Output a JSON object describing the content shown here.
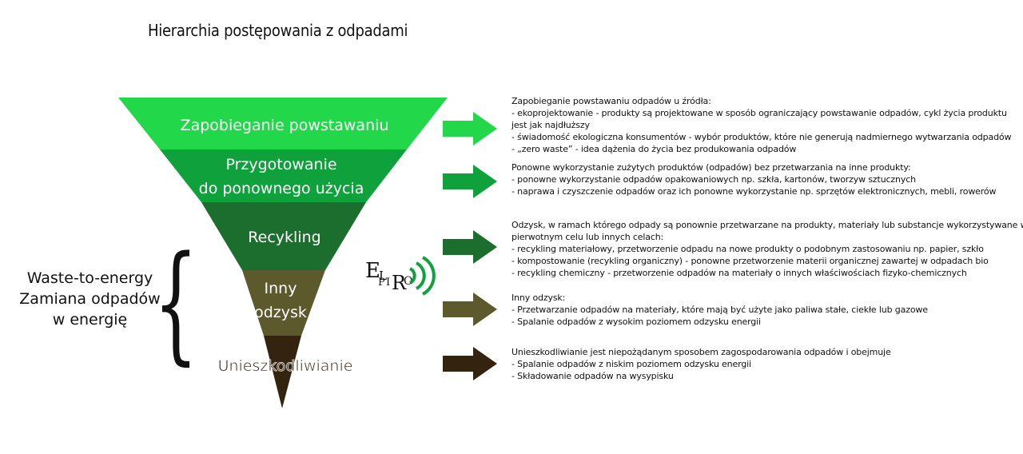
{
  "title": "Hierarchia postępowania z odpadami",
  "colors": {
    "level1": "#22d84a",
    "level2": "#0fa23c",
    "level3": "#1c6e2e",
    "level4": "#5c5a2c",
    "level5": "#34230f"
  },
  "levels": [
    {
      "lines": [
        "Zapobieganie powstawaniu"
      ]
    },
    {
      "lines": [
        "Przygotowanie",
        "do ponownego użycia"
      ]
    },
    {
      "lines": [
        "Recykling"
      ]
    },
    {
      "lines": [
        "Inny",
        "odzysk"
      ]
    },
    {
      "lines": [
        "Unieszkodliwianie"
      ]
    }
  ],
  "waste_to_energy": {
    "lines": [
      "Waste-to-energy",
      "Zamiana odpadów",
      "w energię"
    ]
  },
  "logo": {
    "letters": [
      "E",
      "L",
      "P",
      "I",
      "R",
      "O"
    ]
  },
  "descriptions": [
    {
      "lines": [
        "Zapobieganie powstawaniu odpadów u źródła:",
        "- ekoprojektowanie - produkty są projektowane w sposób ograniczający powstawanie odpadów, cykl życia produktu",
        "jest jak najdłuższy",
        "- świadomość ekologiczna konsumentów - wybór produktów, które nie generują nadmiernego wytwarzania odpadów",
        "- „zero waste” - idea dążenia do życia bez produkowania odpadów"
      ]
    },
    {
      "lines": [
        "Ponowne wykorzystanie zużytych produktów (odpadów) bez przetwarzania na inne produkty:",
        "- ponowne wykorzystanie odpadów opakowaniowych np. szkła, kartonów, tworzyw sztucznych",
        "- naprawa i czyszczenie odpadów oraz ich ponowne wykorzystanie np. sprzętów elektronicznych, mebli, rowerów"
      ]
    },
    {
      "lines": [
        "Odzysk, w ramach którego odpady są ponownie przetwarzane na produkty, materiały lub substancje wykorzystywane w",
        "pierwotnym celu lub innych celach:",
        "- recykling materiałowy, przetworzenie odpadu na nowe produkty o podobnym zastosowaniu np. papier, szkło",
        "- kompostowanie (recykling organiczny) - ponowne przetworzenie materii organicznej zawartej w odpadach bio",
        "- recykling chemiczny - przetworzenie odpadów na materiały o innych właściwościach fizyko-chemicznych"
      ]
    },
    {
      "lines": [
        "Inny odzysk:",
        "- Przetwarzanie odpadów na materiały, które mają być użyte jako paliwa stałe, ciekłe lub gazowe",
        "- Spalanie odpadów z wysokim poziomem odzysku energii"
      ]
    },
    {
      "lines": [
        "Unieszkodliwianie jest niepożądanym sposobem zagospodarowania odpadów i obejmuje",
        "- Spalanie odpadów z niskim poziomem odzysku energii",
        "- Składowanie odpadów na wysypisku"
      ]
    }
  ]
}
